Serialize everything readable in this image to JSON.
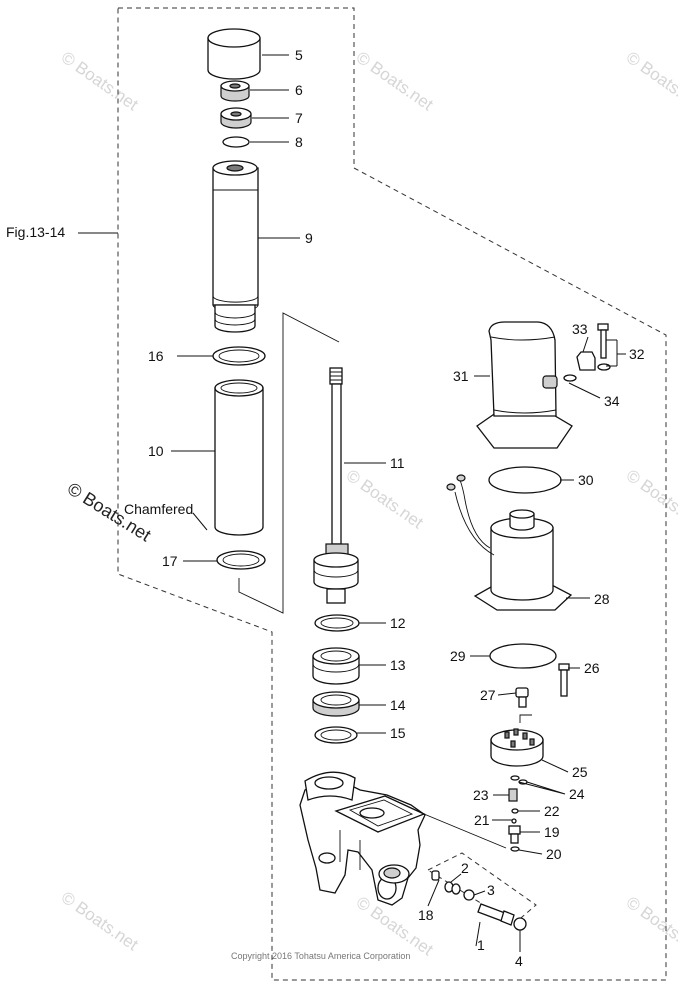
{
  "figure_ref": "Fig.13-14",
  "note_chamfered": "Chamfered",
  "copyright": "Copyright 2016 Tohatsu America Corporation",
  "watermark": "© Boats.net",
  "callouts": {
    "c1": "1",
    "c2": "2",
    "c3": "3",
    "c4": "4",
    "c5": "5",
    "c6": "6",
    "c7": "7",
    "c8": "8",
    "c9": "9",
    "c10": "10",
    "c11": "11",
    "c12": "12",
    "c13": "13",
    "c14": "14",
    "c15": "15",
    "c16": "16",
    "c17": "17",
    "c18": "18",
    "c19": "19",
    "c20": "20",
    "c21": "21",
    "c22": "22",
    "c23": "23",
    "c24": "24",
    "c25": "25",
    "c26": "26",
    "c27": "27",
    "c28": "28",
    "c29": "29",
    "c30": "30",
    "c31": "31",
    "c32": "32",
    "c33": "33",
    "c34": "34"
  }
}
